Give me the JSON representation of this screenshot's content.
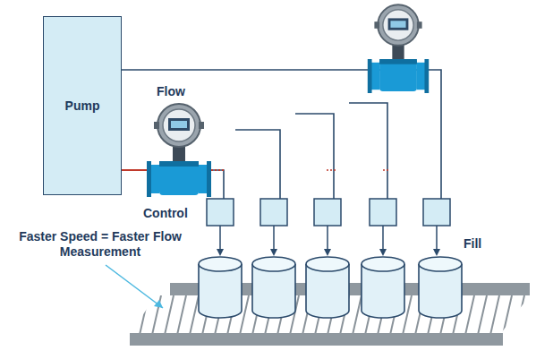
{
  "diagram": {
    "nodes": [
      {
        "text": [
          "Pump"
        ]
      }
    ],
    "labels": [
      "Flow",
      "Control",
      "Fill",
      "Faster Speed = Faster Flow Measurement"
    ]
  }
}
